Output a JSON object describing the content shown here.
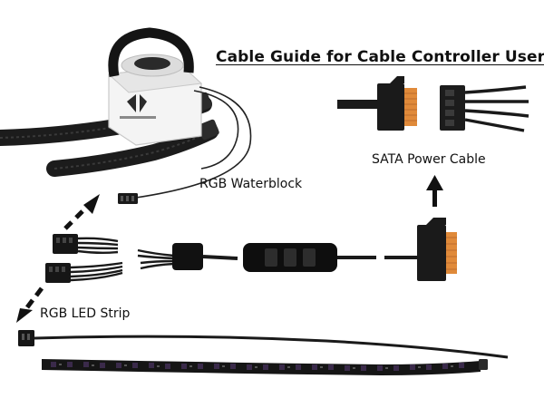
{
  "title": "Cable Guide for Cable Controller User",
  "labels": {
    "sata_power_cable": "SATA Power Cable",
    "rgb_waterblock": "RGB Waterblock",
    "rgb_led_strip": "RGB LED Strip"
  },
  "colors": {
    "cable": "#1a1a1a",
    "sata_connector": "#e08a3a",
    "pump_housing": "#f2f2f2",
    "led_strip": "#151515",
    "led": "#3a2a4a",
    "arrow": "#111111"
  }
}
